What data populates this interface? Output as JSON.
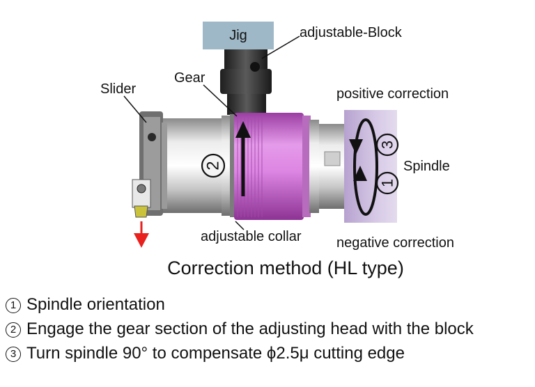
{
  "labels": {
    "jig": "Jig",
    "adjustable_block": "adjustable-Block",
    "gear": "Gear",
    "slider": "Slider",
    "positive_correction": "positive correction",
    "negative_correction": "negative correction",
    "spindle": "Spindle",
    "adjustable_collar": "adjustable collar",
    "marker_2": "2",
    "marker_1": "1",
    "marker_3": "3"
  },
  "caption": "Correction method (HL type)",
  "steps": [
    {
      "num": "1",
      "text": "Spindle orientation"
    },
    {
      "num": "2",
      "text": "Engage the gear section of the adjusting head with the block"
    },
    {
      "num": "3",
      "text": "Turn spindle 90° to compensate ϕ2.5μ cutting edge"
    }
  ],
  "colors": {
    "collar": "#d47ad8",
    "spindle_panel": "#c7b4dc",
    "jig": "#9fb8c8",
    "arrow_red": "#e8201e"
  }
}
